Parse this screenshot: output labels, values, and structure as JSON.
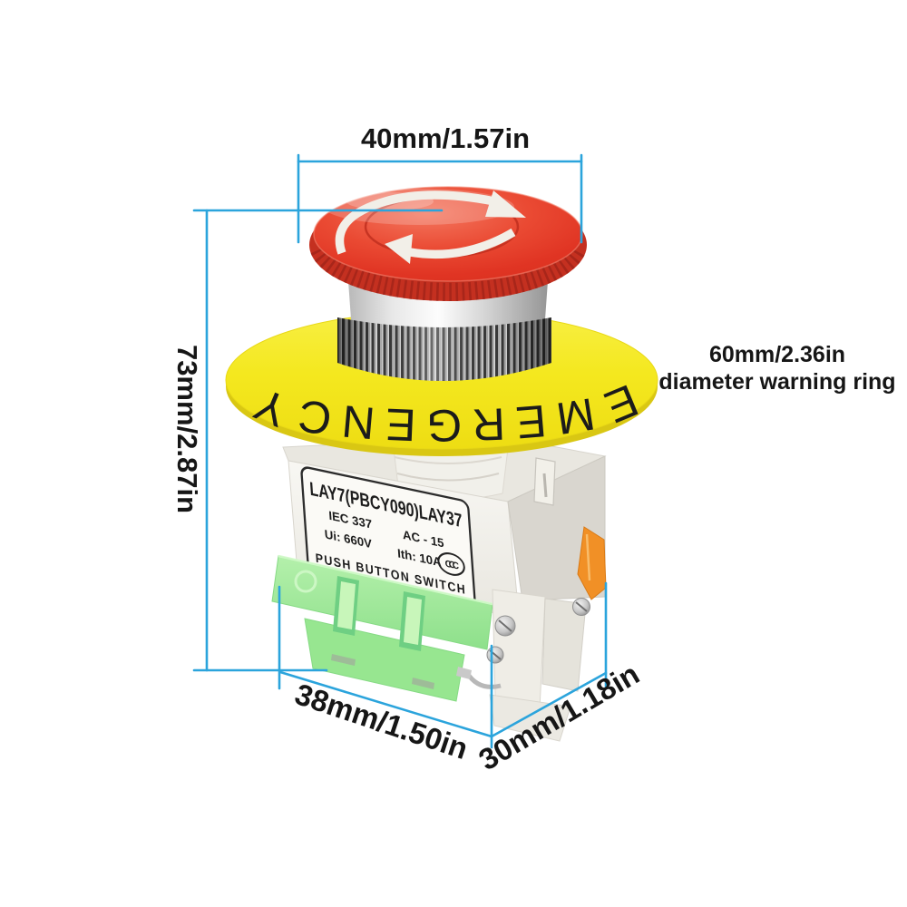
{
  "annotations": {
    "cap_width": "40mm/1.57in",
    "total_height": "73mm/2.87in",
    "ring_diameter_line1": "60mm/2.36in",
    "ring_diameter_line2": "diameter warning ring",
    "body_width": "38mm/1.50in",
    "body_depth": "30mm/1.18in"
  },
  "device": {
    "warning_ring_text": "EMERGENCY",
    "label": {
      "model": "LAY7(PBCY090)LAY37",
      "standard": "IEC 337",
      "rating_category": "AC - 15",
      "insulation_voltage": "Ui: 660V",
      "thermal_current": "Ith: 10A",
      "certification": "CCC",
      "product_type": "PUSH BUTTON SWITCH"
    }
  },
  "colors": {
    "dimension_line": "#2ba4dc",
    "cap_red": "#e23b28",
    "ring_yellow": "#f3e71f",
    "base_green": "#a5eb9e",
    "body_white": "#f4f3ef",
    "tab_orange": "#f19026"
  }
}
